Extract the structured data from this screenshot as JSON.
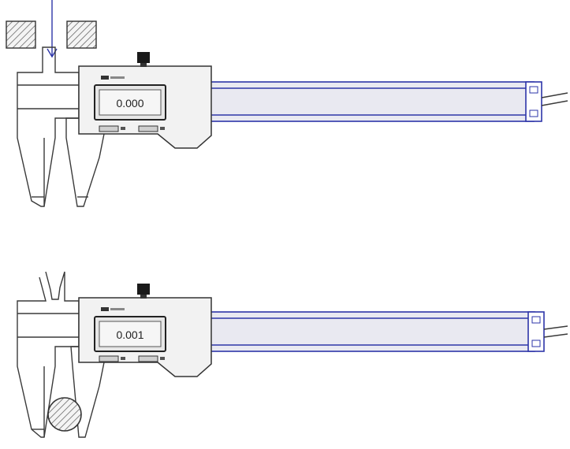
{
  "calipers": [
    {
      "reading": "0.000",
      "scenario": "inner"
    },
    {
      "reading": "0.001",
      "scenario": "outer"
    }
  ],
  "colors": {
    "scale": "#2d35a8",
    "outline": "#333333",
    "hatch": "#555555"
  }
}
